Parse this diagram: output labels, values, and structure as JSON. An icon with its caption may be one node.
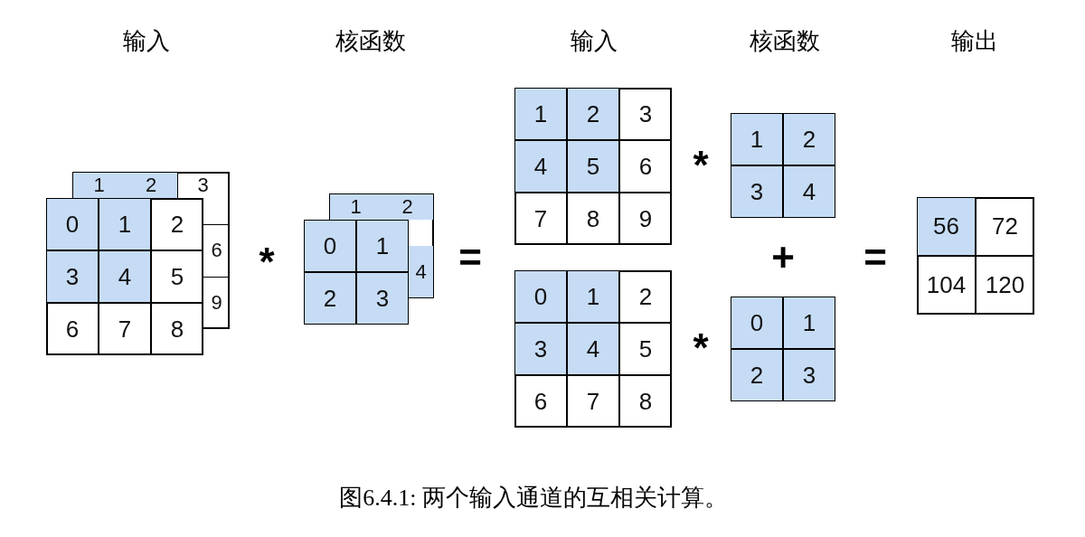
{
  "diagram": {
    "caption": "图6.4.1: 两个输入通道的互相关计算。",
    "nodes": [
      {
        "text": [
          "1"
        ]
      },
      {
        "text": [
          "2"
        ]
      },
      {
        "text": [
          "3"
        ]
      },
      {
        "text": [
          "6"
        ]
      },
      {
        "text": [
          "9"
        ]
      },
      {
        "text": [],
        "shape": "box"
      },
      {
        "text": [
          "0"
        ],
        "in": 5
      },
      {
        "text": [
          "1"
        ],
        "in": 5
      },
      {
        "text": [
          "2"
        ],
        "in": 5
      },
      {
        "text": [
          "3"
        ],
        "in": 5
      },
      {
        "text": [
          "4"
        ],
        "in": 5
      },
      {
        "text": [
          "5"
        ],
        "in": 5
      },
      {
        "text": [
          "6"
        ],
        "in": 5
      },
      {
        "text": [
          "7"
        ],
        "in": 5
      },
      {
        "text": [
          "8"
        ],
        "in": 5
      },
      {
        "text": [
          "1"
        ]
      },
      {
        "text": [
          "2"
        ]
      },
      {
        "text": [
          "4"
        ]
      },
      {
        "text": [],
        "shape": "box"
      },
      {
        "text": [
          "0"
        ],
        "in": 18
      },
      {
        "text": [
          "1"
        ],
        "in": 18
      },
      {
        "text": [
          "2"
        ],
        "in": 18
      },
      {
        "text": [
          "3"
        ],
        "in": 18
      },
      {
        "text": [],
        "shape": "box"
      },
      {
        "text": [
          "1"
        ],
        "in": 23
      },
      {
        "text": [
          "2"
        ],
        "in": 23
      },
      {
        "text": [
          "3"
        ],
        "in": 23
      },
      {
        "text": [
          "4"
        ],
        "in": 23
      },
      {
        "text": [
          "5"
        ],
        "in": 23
      },
      {
        "text": [
          "6"
        ],
        "in": 23
      },
      {
        "text": [
          "7"
        ],
        "in": 23
      },
      {
        "text": [
          "8"
        ],
        "in": 23
      },
      {
        "text": [
          "9"
        ],
        "in": 23
      },
      {
        "text": [],
        "shape": "box"
      },
      {
        "text": [
          "1"
        ],
        "in": 33
      },
      {
        "text": [
          "2"
        ],
        "in": 33
      },
      {
        "text": [
          "3"
        ],
        "in": 33
      },
      {
        "text": [
          "4"
        ],
        "in": 33
      },
      {
        "text": [],
        "shape": "box"
      },
      {
        "text": [
          "0"
        ],
        "in": 38
      },
      {
        "text": [
          "1"
        ],
        "in": 38
      },
      {
        "text": [
          "2"
        ],
        "in": 38
      },
      {
        "text": [
          "3"
        ],
        "in": 38
      },
      {
        "text": [
          "4"
        ],
        "in": 38
      },
      {
        "text": [
          "5"
        ],
        "in": 38
      },
      {
        "text": [
          "6"
        ],
        "in": 38
      },
      {
        "text": [
          "7"
        ],
        "in": 38
      },
      {
        "text": [
          "8"
        ],
        "in": 38
      },
      {
        "text": [],
        "shape": "box"
      },
      {
        "text": [
          "0"
        ],
        "in": 48
      },
      {
        "text": [
          "1"
        ],
        "in": 48
      },
      {
        "text": [
          "2"
        ],
        "in": 48
      },
      {
        "text": [
          "3"
        ],
        "in": 48
      },
      {
        "text": [],
        "shape": "box"
      },
      {
        "text": [
          "56"
        ],
        "in": 53
      },
      {
        "text": [
          "72"
        ],
        "in": 53
      },
      {
        "text": [
          "104"
        ],
        "in": 53
      },
      {
        "text": [
          "120"
        ],
        "in": 53
      }
    ],
    "edges": [],
    "labels": [
      "输入",
      "核函数",
      "输入",
      "核函数",
      "输出",
      "*",
      "*",
      "=",
      "+",
      "=",
      "*"
    ]
  }
}
